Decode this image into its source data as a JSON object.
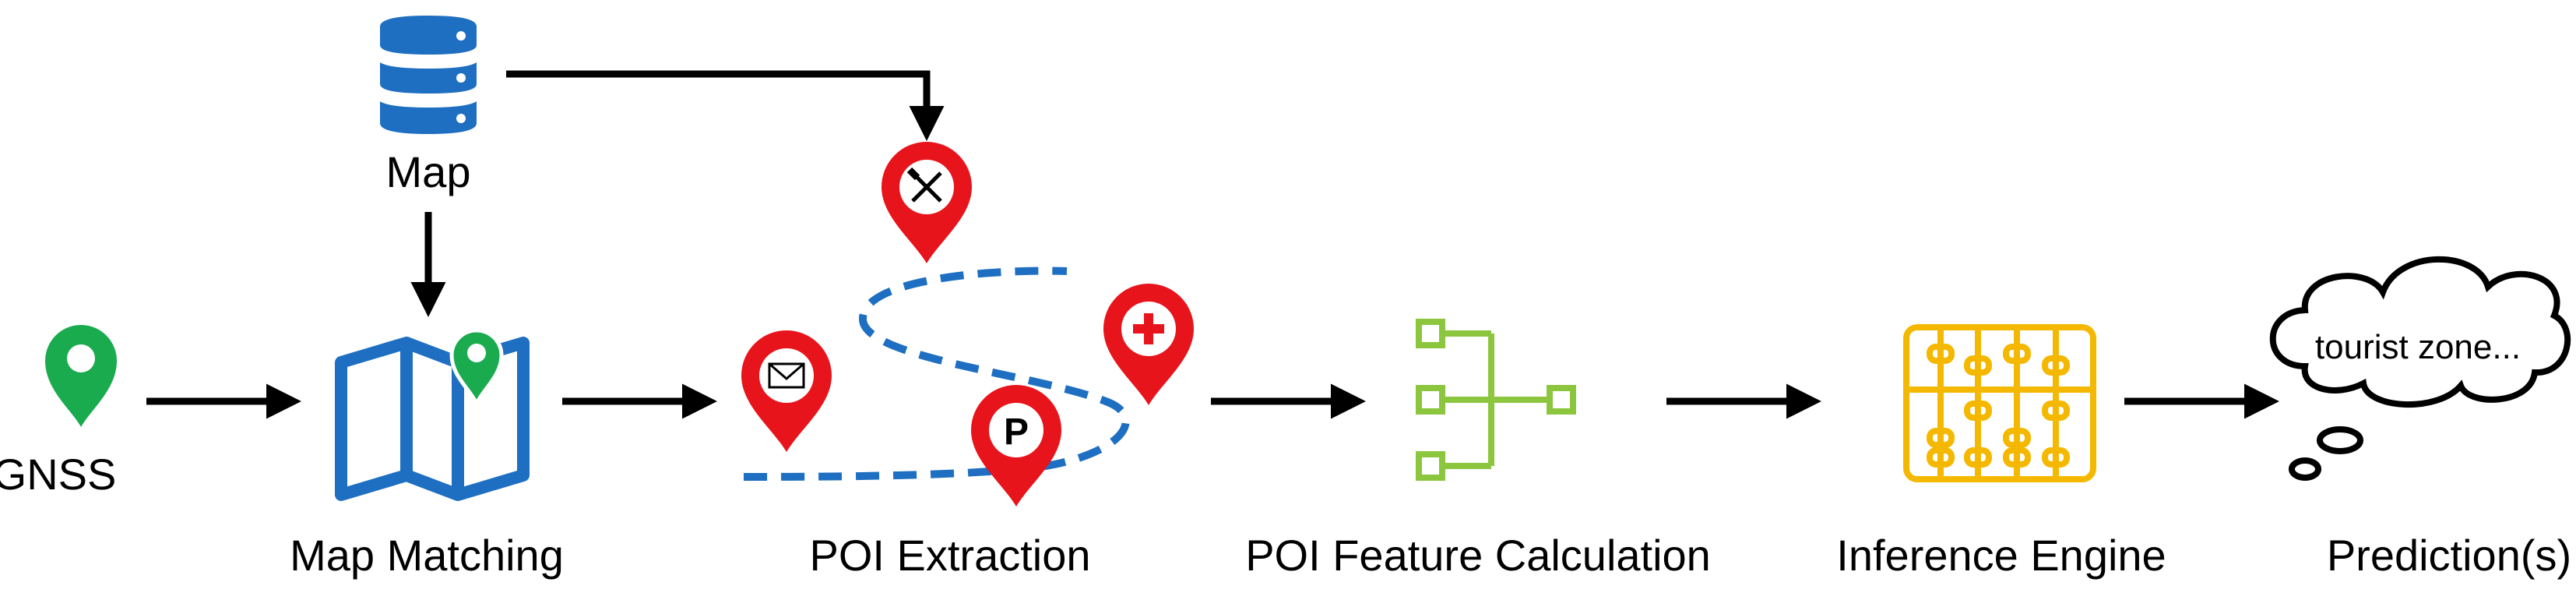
{
  "labels": {
    "map": "Map",
    "gnss": "GNSS",
    "map_matching": "Map Matching",
    "poi_extraction": "POI Extraction",
    "poi_feature_calculation": "POI Feature Calculation",
    "inference_engine": "Inference Engine",
    "predictions": "Prediction(s)",
    "thought": "tourist zone...",
    "parking_letter": "P"
  },
  "icons": {
    "database": "database-icon",
    "gnss_pin": "location-pin-icon",
    "folded_map": "folded-map-icon",
    "restaurant_poi": "restaurant-pin-icon",
    "mail_poi": "mail-pin-icon",
    "parking_poi": "parking-pin-icon",
    "hospital_poi": "hospital-pin-icon",
    "feature_tree": "feature-tree-icon",
    "abacus": "abacus-icon",
    "thought_cloud": "thought-cloud-icon"
  },
  "colors": {
    "map_blue": "#1e6fc1",
    "gnss_green": "#1aab4f",
    "poi_red": "#e8141c",
    "route_blue": "#1e6fc1",
    "feature_green": "#8cc63f",
    "inference_yellow": "#f5b800",
    "arrow": "#000000"
  }
}
